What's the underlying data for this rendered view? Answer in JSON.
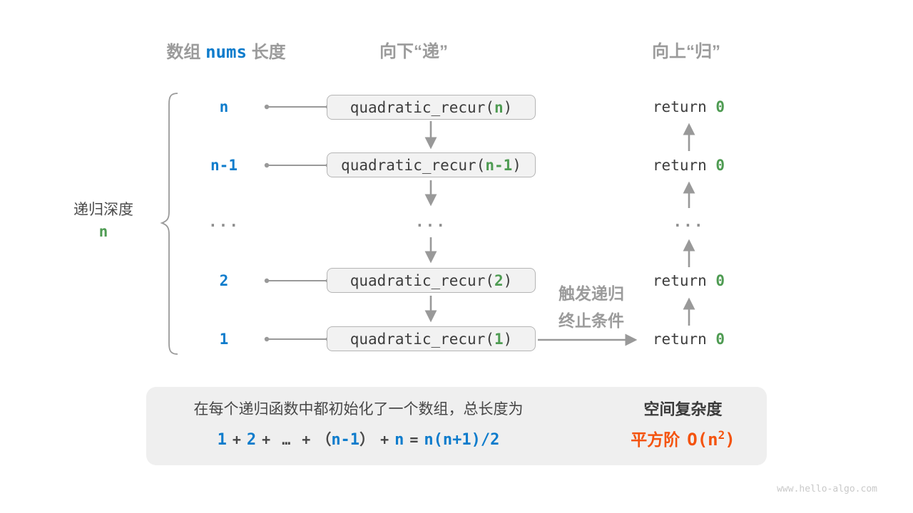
{
  "headers": {
    "left_prefix": "数组 ",
    "left_code": "nums",
    "left_suffix": " 长度",
    "middle": "向下“递”",
    "right": "向上“归”"
  },
  "left_annotation": {
    "title": "递归深度",
    "value": "n"
  },
  "rows": [
    {
      "label": "n",
      "call_pre": "quadratic_recur(",
      "call_param": "n",
      "call_post": ")",
      "return_pre": "return ",
      "return_value": "0"
    },
    {
      "label": "n-1",
      "call_pre": "quadratic_recur(",
      "call_param": "n-1",
      "call_post": ")",
      "return_pre": "return ",
      "return_value": "0"
    },
    {
      "label": "...",
      "middle_ellipsis": "...",
      "return_ellipsis": "..."
    },
    {
      "label": "2",
      "call_pre": "quadratic_recur(",
      "call_param": "2",
      "call_post": ")",
      "return_pre": "return ",
      "return_value": "0"
    },
    {
      "label": "1",
      "call_pre": "quadratic_recur(",
      "call_param": "1",
      "call_post": ")",
      "return_pre": "return ",
      "return_value": "0"
    }
  ],
  "base_case_note": {
    "line1": "触发递归",
    "line2": "终止条件"
  },
  "summary_panel": {
    "description": "在每个递归函数中都初始化了一个数组，总长度为",
    "formula": {
      "t1": "1",
      "p1": "+",
      "t2": "2",
      "p2": "+",
      "dots": "…",
      "p3": "+",
      "open": "（",
      "t3": "n-1",
      "close": "）",
      "p4": "+",
      "t4": "n",
      "eq": "=",
      "result": "n(n+1)/2"
    },
    "complexity_title": "空间复杂度",
    "complexity_prefix": "平方阶",
    "complexity_o_open": "O(n",
    "complexity_sup": "2",
    "complexity_o_close": ")"
  },
  "watermark": "www.hello-algo.com",
  "colors": {
    "accent_blue": "#0e7ccc",
    "accent_green": "#4e9b52",
    "accent_orange": "#f4530e",
    "header_gray": "#9b9b9b",
    "arrow_gray": "#999999",
    "box_fill": "#f2f2f2",
    "box_border": "#b5b5b5",
    "panel_fill": "#efefef"
  }
}
